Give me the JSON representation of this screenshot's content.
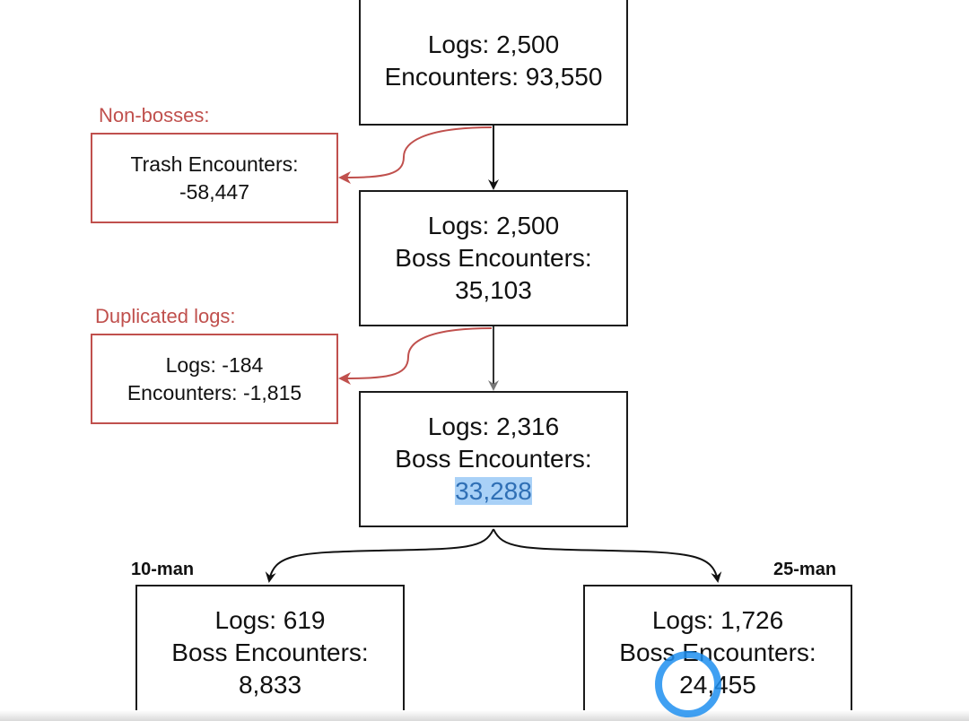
{
  "nodes": {
    "top": {
      "line1": "Logs: 2,500",
      "line2": "Encounters: 93,550"
    },
    "trash": {
      "line1": "Trash Encounters:",
      "line2": "-58,447"
    },
    "boss1": {
      "line1": "Logs: 2,500",
      "line2": "Boss Encounters:",
      "line3": "35,103"
    },
    "dup": {
      "line1": "Logs: -184",
      "line2": "Encounters: -1,815"
    },
    "boss2": {
      "line1": "Logs: 2,316",
      "line2": "Boss Encounters:",
      "line3": "33,288"
    },
    "ten": {
      "line1": "Logs: 619",
      "line2": "Boss Encounters:",
      "line3": "8,833"
    },
    "twentyfive": {
      "line1": "Logs: 1,726",
      "line2": "Boss Encounters:",
      "line3": "24,455"
    }
  },
  "labels": {
    "non_bosses": "Non-bosses:",
    "duplicated_logs": "Duplicated logs:",
    "ten_man": "10-man",
    "twentyfive_man": "25-man"
  },
  "colors": {
    "filter_red": "#c0504d",
    "line_black": "#111111",
    "highlight": "#a9d1f7",
    "cursor_blue": "#1f8ff0"
  }
}
